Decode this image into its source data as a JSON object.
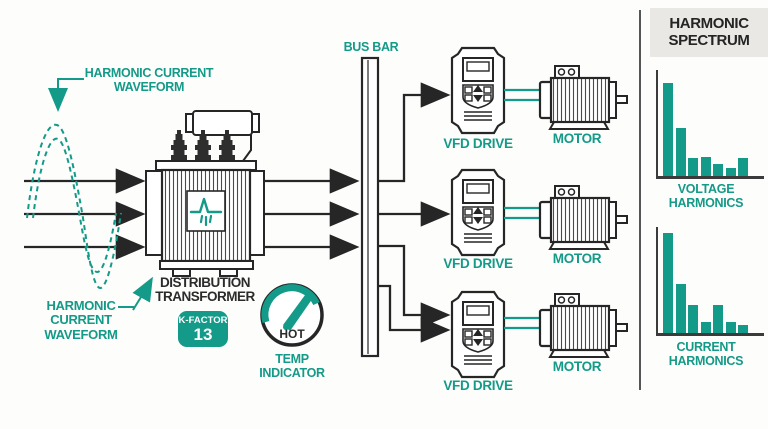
{
  "colors": {
    "teal": "#149a88",
    "ink": "#262626",
    "panel_header_bg": "#e9e8e5",
    "divider": "#555555",
    "background": "#fdfdfc"
  },
  "labels": {
    "top_waveform": {
      "line1": "HARMONIC CURRENT",
      "line2": "WAVEFORM"
    },
    "bottom_waveform": {
      "line1": "HARMONIC",
      "line2": "CURRENT",
      "line3": "WAVEFORM"
    },
    "bus_bar": "BUS BAR",
    "transformer": {
      "line1": "DISTRIBUTION",
      "line2": "TRANSFORMER"
    },
    "k_factor": {
      "label": "K-FACTOR",
      "value": "13"
    },
    "temp_indicator": {
      "line1": "TEMP",
      "line2": "INDICATOR"
    },
    "gauge": "HOT",
    "vfd_drive": "VFD DRIVE",
    "motor": "MOTOR",
    "spectrum_header": {
      "line1": "HARMONIC",
      "line2": "SPECTRUM"
    }
  },
  "chart_data": [
    {
      "id": "voltage",
      "type": "bar",
      "title": "VOLTAGE HARMONICS",
      "title_lines": [
        "VOLTAGE",
        "HARMONICS"
      ],
      "values": [
        90,
        47,
        17,
        18,
        12,
        8,
        17
      ],
      "ylim": [
        0,
        100
      ],
      "xlabel": "",
      "ylabel": "",
      "grid": false,
      "bar_color": "#149a88"
    },
    {
      "id": "current",
      "type": "bar",
      "title": "CURRENT HARMONICS",
      "title_lines": [
        "CURRENT",
        "HARMONICS"
      ],
      "values": [
        97,
        48,
        27,
        11,
        27,
        11,
        8
      ],
      "ylim": [
        0,
        100
      ],
      "xlabel": "",
      "ylabel": "",
      "grid": false,
      "bar_color": "#149a88"
    }
  ]
}
